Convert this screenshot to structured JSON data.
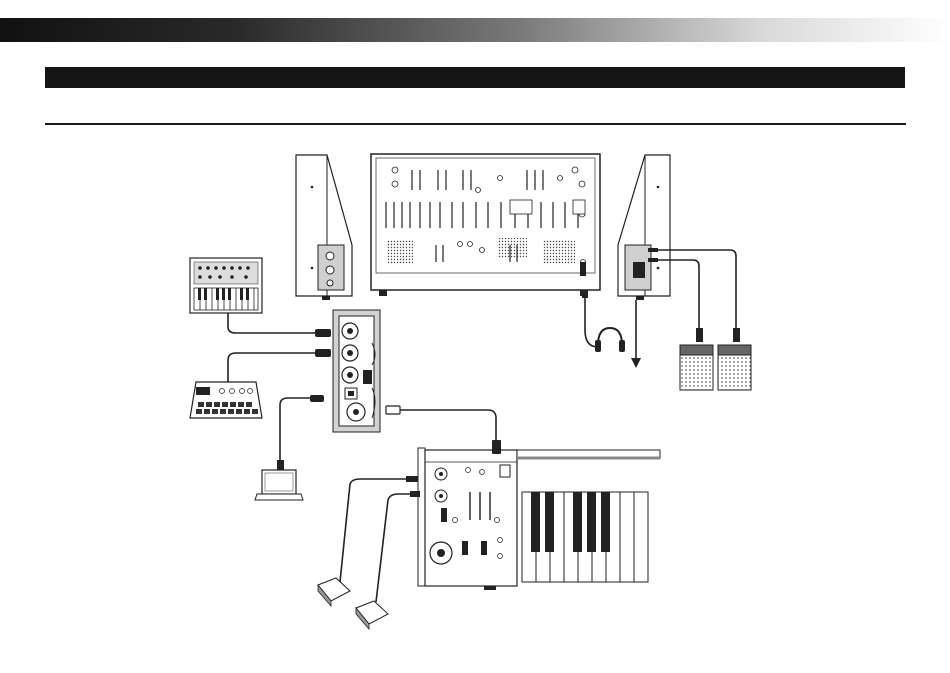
{
  "page": {
    "header_gradient": [
      "#111111",
      "#ffffff"
    ],
    "title_bar_color": "#151515",
    "rule_color": "#1a1a1a"
  },
  "diagram": {
    "components": [
      "left-side-panel",
      "main-synth-module",
      "right-side-panel",
      "jack-panel-closeup",
      "keyboard-synth",
      "sequencer-device",
      "laptop",
      "headphones",
      "speaker-left",
      "speaker-right",
      "keyboard-controller",
      "sustain-pedal",
      "expression-pedal"
    ],
    "line_color": "#222222",
    "panel_gray": "#d2d2d2"
  }
}
